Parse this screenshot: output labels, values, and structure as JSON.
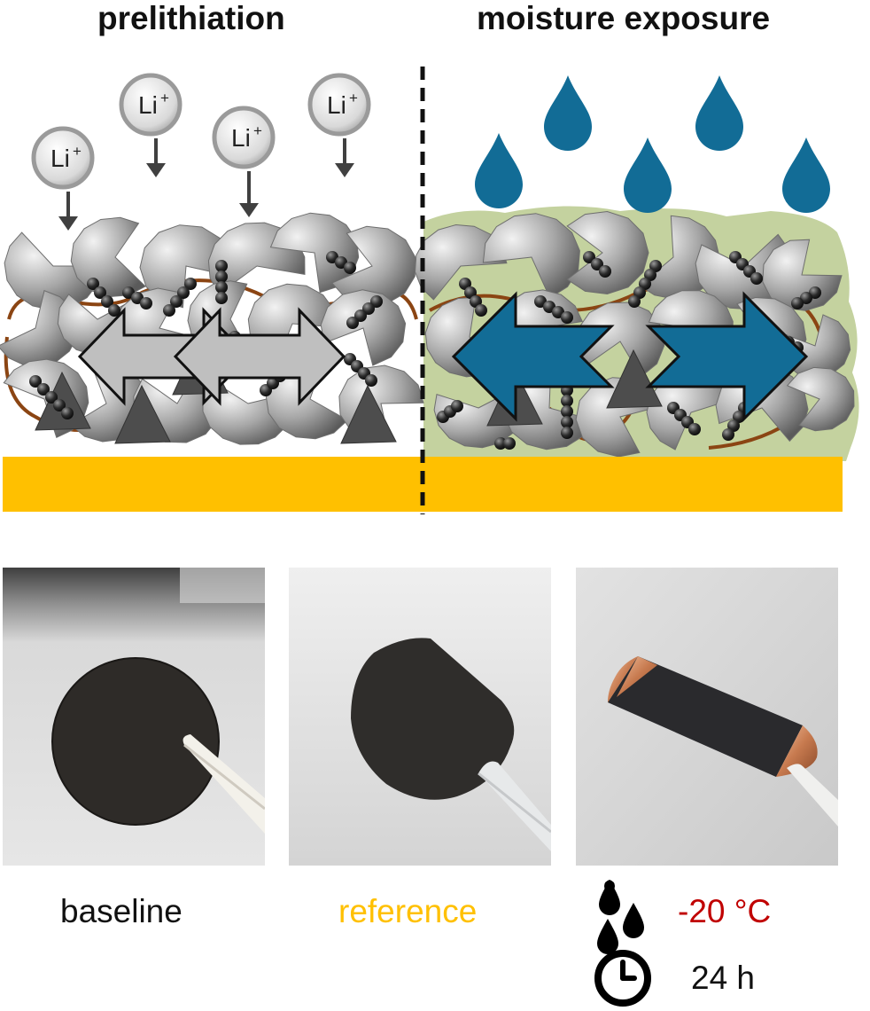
{
  "titles": {
    "left": "prelithiation",
    "right": "moisture exposure"
  },
  "ion_label": "Li",
  "ion_charge": "+",
  "captions": {
    "baseline": "baseline",
    "reference": "reference",
    "temperature": "-20 °C",
    "duration": "24 h"
  },
  "colors": {
    "current_collector": "#FFC000",
    "arrow_grey": "#BFBFBF",
    "arrow_blue": "#126C96",
    "water": "#126C96",
    "coating": "#C4D29F",
    "binder": "#8B4513",
    "reference_text": "#FFC000",
    "temperature_text": "#C00000"
  },
  "icons": {
    "water_drops": "droplet-icon",
    "clock": "clock-icon"
  }
}
